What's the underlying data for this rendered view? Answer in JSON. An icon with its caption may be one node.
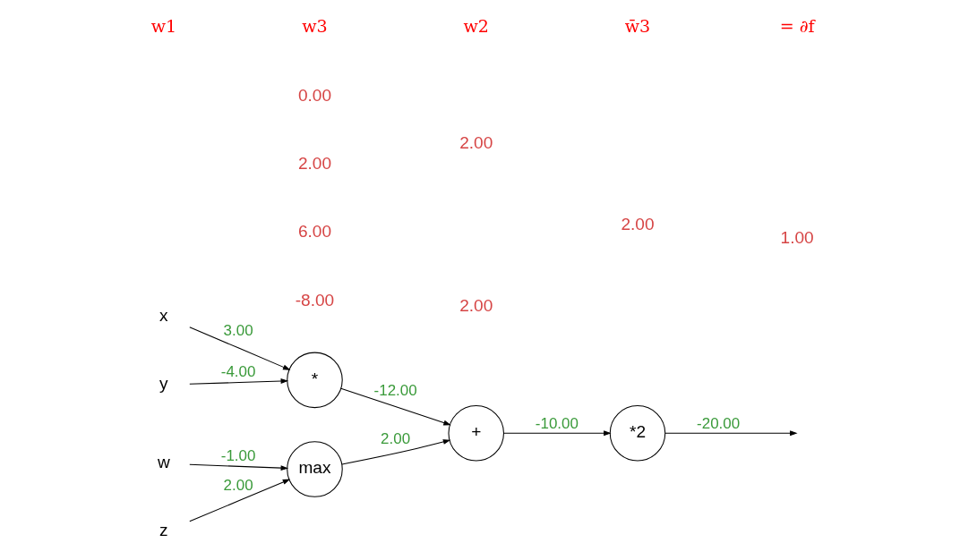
{
  "diagram": {
    "nodes": [
      {
        "text": [
          "x"
        ]
      },
      {
        "text": [
          "y"
        ]
      },
      {
        "text": [
          "z"
        ]
      },
      {
        "text": [
          "w"
        ]
      },
      {
        "text": [
          "*"
        ]
      },
      {
        "text": [
          "max"
        ]
      },
      {
        "text": [
          "+"
        ]
      },
      {
        "text": [
          "*2"
        ]
      }
    ],
    "edges": [
      {
        "from": 0,
        "to": 4,
        "arrow": "to",
        "label": "3.00"
      },
      {
        "from": 1,
        "to": 4,
        "arrow": "to",
        "label": "-4.00"
      },
      {
        "from": 2,
        "to": 5,
        "arrow": "to",
        "label": "2.00"
      },
      {
        "from": 3,
        "to": 5,
        "arrow": "to",
        "label": "-1.00"
      },
      {
        "from": 4,
        "to": 6,
        "arrow": "to",
        "label": "-12.00"
      },
      {
        "from": 5,
        "to": 6,
        "arrow": "to",
        "label": "2.00"
      },
      {
        "from": 6,
        "to": 7,
        "arrow": "to",
        "label": "-10.00"
      },
      {
        "from": 7,
        "to": null,
        "arrow": "to",
        "label": "-20.00"
      }
    ],
    "labels": [
      "-8.00",
      "6.00",
      "2.00",
      "0.00",
      "2.00",
      "2.00",
      "2.00",
      "1.00",
      "w1",
      "w3",
      "w2",
      "w̄3",
      "= ∂f"
    ]
  }
}
